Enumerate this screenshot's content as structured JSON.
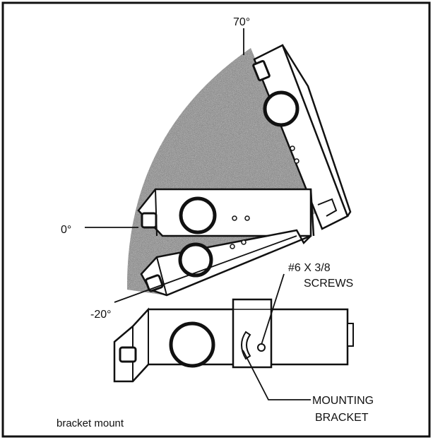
{
  "diagram": {
    "angle_labels": {
      "top": "70°",
      "middle": "0°",
      "bottom": "-20°"
    },
    "callouts": {
      "screws_line1": "#6 X 3/8",
      "screws_line2": "SCREWS",
      "bracket_line1": "MOUNTING",
      "bracket_line2": "BRACKET"
    },
    "caption": "bracket mount",
    "colors": {
      "line": "#111111",
      "stipple": "#7a7a7a",
      "background": "#ffffff"
    }
  }
}
